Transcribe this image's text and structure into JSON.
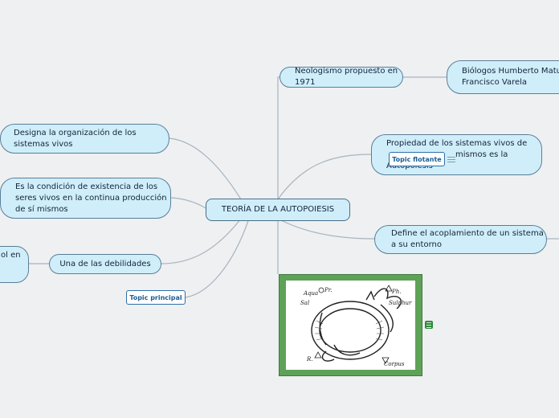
{
  "central": {
    "label": "TEORÍA DE LA AUTOPOIESIS"
  },
  "right": {
    "neologismo": "Neologismo propuesto en 1971",
    "biologos_line1": "Biólogos Humberto Matur",
    "biologos_line2": "Francisco Varela",
    "propiedad_line1": "Propiedad de los sistemas vivos de",
    "propiedad_line2": "mismos es la",
    "propiedad_line3": "Autopoiesis",
    "define_line1": "Define el acoplamiento de un sistema",
    "define_line2": "a su entorno"
  },
  "left": {
    "designa_line1": "Designa la organización de los",
    "designa_line2": "sistemas vivos",
    "condicion_line1": "Es la condición de existencia de los",
    "condicion_line2": "seres vivos en la continua producción",
    "condicion_line3": "de sí mismos",
    "debilidades": "Una de las debilidades",
    "partial_line1": "ol en"
  },
  "tags": {
    "floating": "Topic flotante",
    "main": "Topic principal"
  },
  "image": {
    "alchemy": [
      "Aqua",
      "Pr.",
      "Sal",
      "Ph.",
      "Sulphur",
      "Corpus",
      "R."
    ]
  },
  "colors": {
    "topic_fill": "#cfeefa",
    "topic_border": "#5a7e98",
    "line": "#a9b4bf",
    "frame": "#5ea257"
  },
  "icons": [
    "notes-icon",
    "ouroboros-image",
    "notes-icon-green"
  ]
}
